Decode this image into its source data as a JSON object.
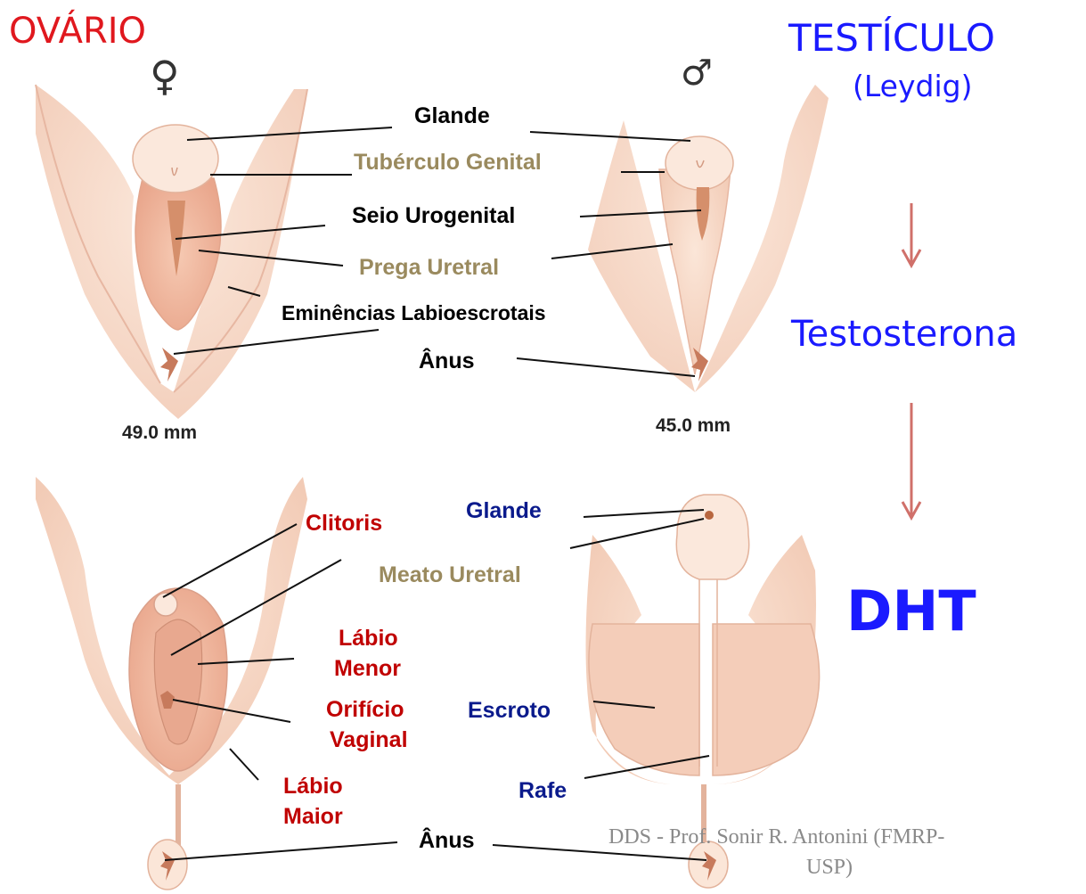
{
  "headings": {
    "ovary": "OVÁRIO",
    "testis": "TESTÍCULO",
    "leydig": "(Leydig)",
    "testosterone": "Testosterona",
    "dht": "DHT"
  },
  "symbols": {
    "female": "♀",
    "male": "♂"
  },
  "top_labels": {
    "glande": "Glande",
    "tuberculo": "Tubérculo Genital",
    "seio": "Seio Urogenital",
    "prega": "Prega Uretral",
    "eminencias": "Eminências  Labioescrotais",
    "anus": "Ânus"
  },
  "measurements": {
    "female": "49.0 mm",
    "male": "45.0 mm"
  },
  "female_labels": {
    "clitoris": "Clitoris",
    "labio_menor_1": "Lábio",
    "labio_menor_2": "Menor",
    "orificio_1": "Orifício",
    "orificio_2": "Vaginal",
    "labio_maior_1": "Lábio",
    "labio_maior_2": "Maior"
  },
  "shared_labels": {
    "meato": "Meato Uretral",
    "anus": "Ânus"
  },
  "male_labels": {
    "glande": "Glande",
    "escroto": "Escroto",
    "rafe": "Rafe"
  },
  "credit": {
    "line1": "DDS -  Prof. Sonir R. Antonini (FMRP-",
    "line2": "USP)"
  },
  "colors": {
    "heading_red": "#e0181e",
    "heading_blue": "#1a1aff",
    "arrow": "#d0706a",
    "female_label": "#c00000",
    "male_label": "#0a1a8c",
    "neutral_label": "#9a8a5e",
    "skin": "#f8dccb",
    "skin_dark": "#e7a98f"
  }
}
